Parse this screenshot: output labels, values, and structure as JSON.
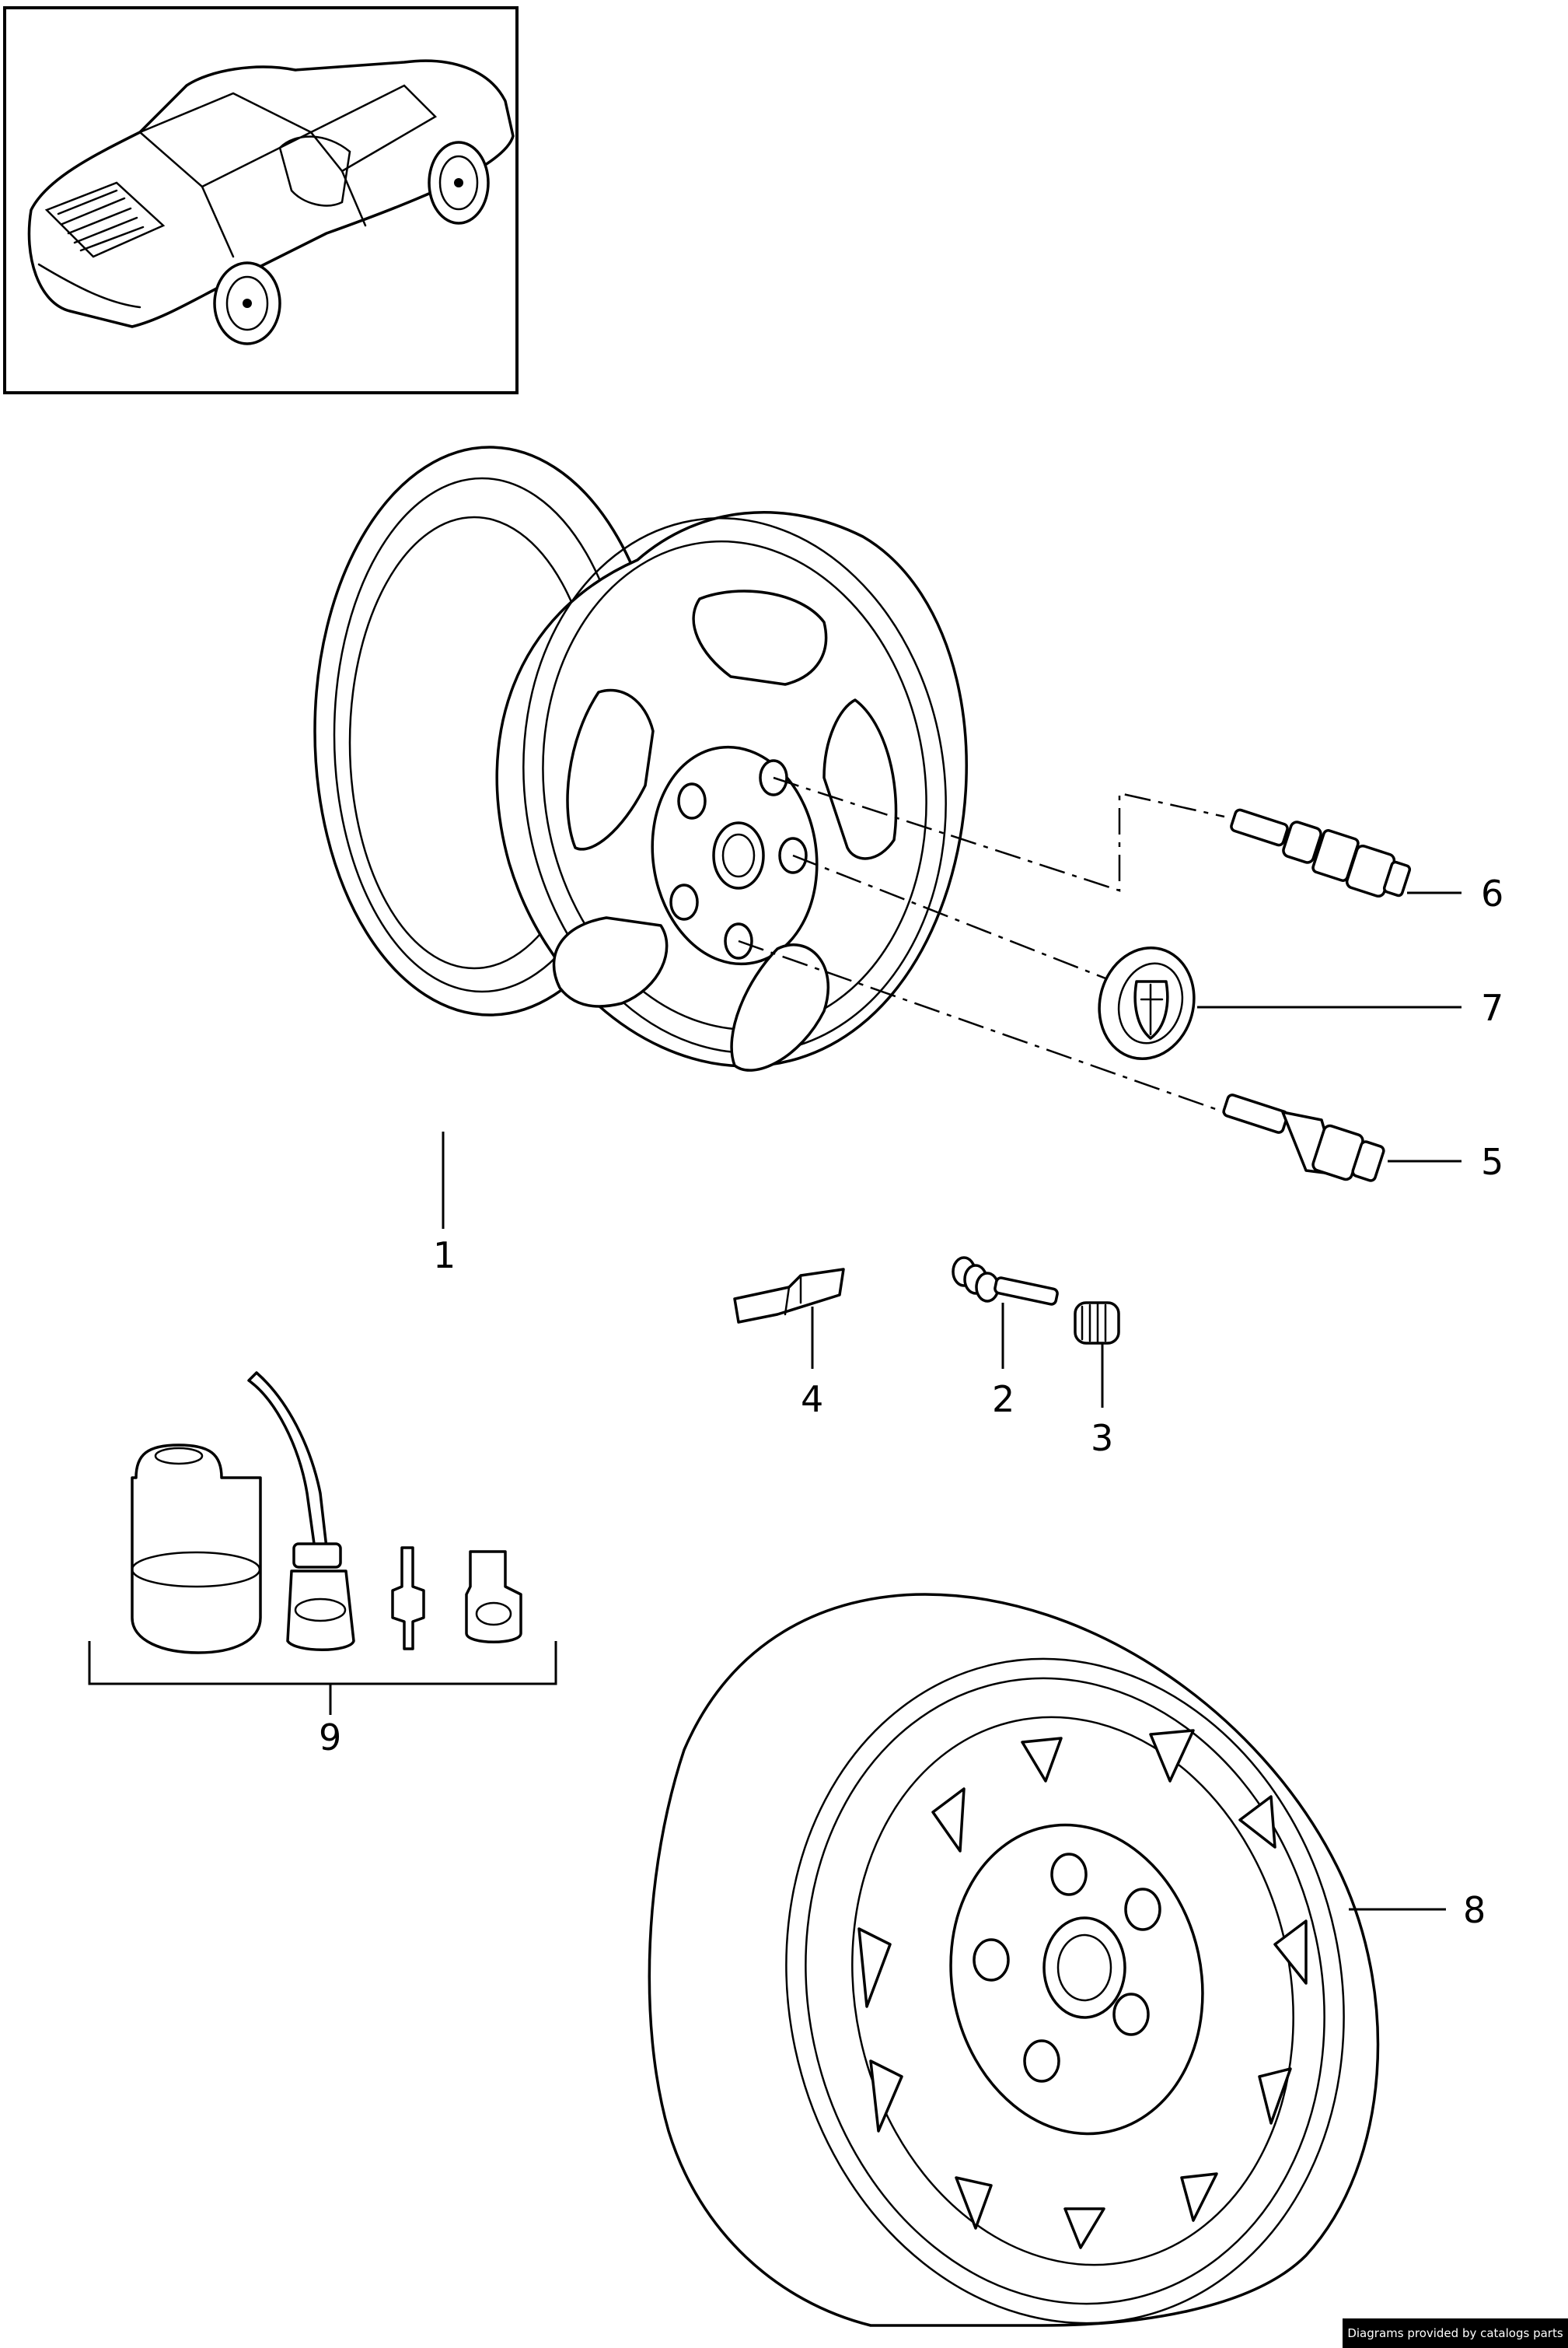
{
  "callouts": [
    "1",
    "2",
    "3",
    "4",
    "5",
    "6",
    "7",
    "8",
    "9"
  ],
  "footer": {
    "credit": "Diagrams provided by catalogs parts"
  }
}
